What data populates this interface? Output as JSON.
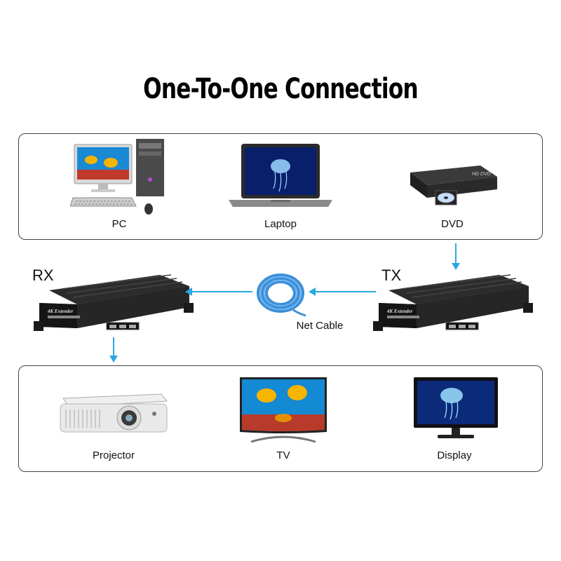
{
  "title": "One-To-One Connection",
  "sources": {
    "pc": "PC",
    "laptop": "Laptop",
    "dvd": "DVD",
    "dvd_brand": "HD DVD"
  },
  "extenders": {
    "rx": "RX",
    "tx": "TX",
    "model_label": "4K Extender",
    "cable": "Net Cable"
  },
  "outputs": {
    "projector": "Projector",
    "tv": "TV",
    "display": "Display"
  },
  "colors": {
    "arrow": "#29a8e0",
    "cable": "#3d8fd8",
    "box": "#1e1e1e"
  }
}
